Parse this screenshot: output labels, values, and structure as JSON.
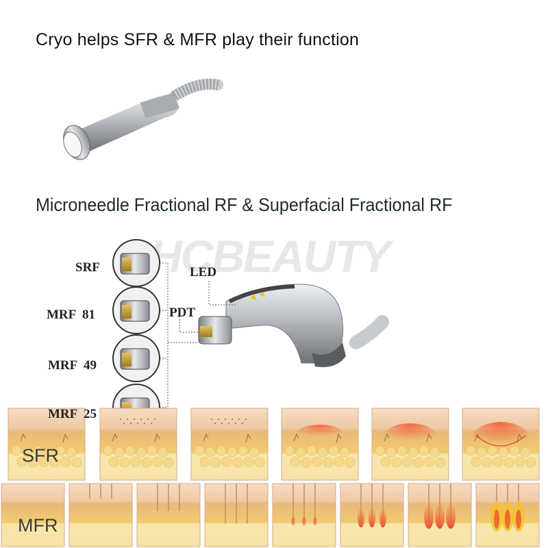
{
  "titles": {
    "cryo": "Cryo helps SFR & MFR play their function",
    "rf": "Microneedle Fractional RF & Superfacial Fractional RF"
  },
  "brand_watermark": "HCBEAUTY",
  "handpiece_labels": {
    "led": "LED",
    "pdt": "PDT"
  },
  "tips": [
    {
      "label": "SRF"
    },
    {
      "label": "MRF  81"
    },
    {
      "label": "MRF  49"
    },
    {
      "label": "MRF  25"
    }
  ],
  "skin_rows": {
    "sfr_label": "SFR",
    "mfr_label": "MFR"
  },
  "colors": {
    "skin_top": "#f3d3b4",
    "dermis": "#f0c873",
    "fat": "#f5e2a6",
    "heat": "#f0603a",
    "metal": "#b9bcc0",
    "gold": "#c9a13a"
  }
}
